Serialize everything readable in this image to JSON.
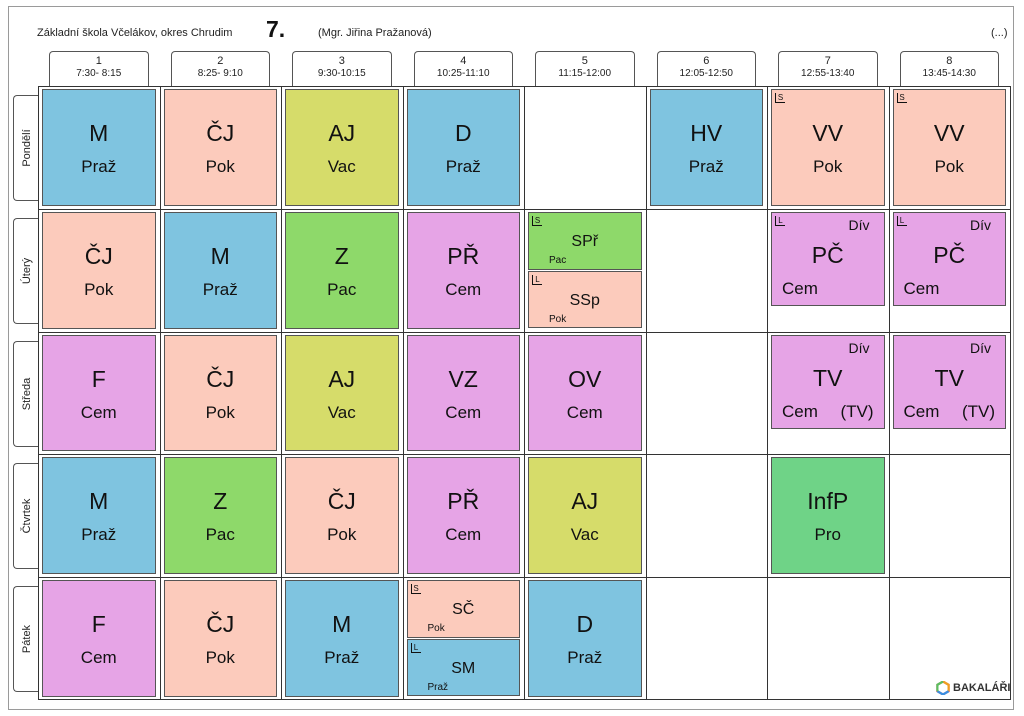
{
  "header": {
    "school": "Základní škola Včelákov, okres Chrudim",
    "class_name": "7.",
    "teacher": "(Mgr. Jiřina Pražanová)",
    "more": "(...)"
  },
  "periods": [
    {
      "num": "1",
      "time": "7:30- 8:15"
    },
    {
      "num": "2",
      "time": "8:25- 9:10"
    },
    {
      "num": "3",
      "time": "9:30-10:15"
    },
    {
      "num": "4",
      "time": "10:25-11:10"
    },
    {
      "num": "5",
      "time": "11:15-12:00"
    },
    {
      "num": "6",
      "time": "12:05-12:50"
    },
    {
      "num": "7",
      "time": "12:55-13:40"
    },
    {
      "num": "8",
      "time": "13:45-14:30"
    }
  ],
  "days": [
    "Pondělí",
    "Úterý",
    "Středa",
    "Čtvrtek",
    "Pátek"
  ],
  "lessons": [
    {
      "day": 0,
      "period": 1,
      "subject": "M",
      "teacher": "Praž",
      "color": "#7fc4e0"
    },
    {
      "day": 0,
      "period": 2,
      "subject": "ČJ",
      "teacher": "Pok",
      "color": "#fccbbc"
    },
    {
      "day": 0,
      "period": 3,
      "subject": "AJ",
      "teacher": "Vac",
      "color": "#d6dc6a"
    },
    {
      "day": 0,
      "period": 4,
      "subject": "D",
      "teacher": "Praž",
      "color": "#7fc4e0"
    },
    {
      "day": 0,
      "period": 6,
      "subject": "HV",
      "teacher": "Praž",
      "color": "#7fc4e0"
    },
    {
      "day": 0,
      "period": 7,
      "subject": "VV",
      "teacher": "Pok",
      "group": "S",
      "color": "#fccbbc"
    },
    {
      "day": 0,
      "period": 8,
      "subject": "VV",
      "teacher": "Pok",
      "group": "S",
      "color": "#fccbbc"
    },
    {
      "day": 1,
      "period": 1,
      "subject": "ČJ",
      "teacher": "Pok",
      "color": "#fccbbc"
    },
    {
      "day": 1,
      "period": 2,
      "subject": "M",
      "teacher": "Praž",
      "color": "#7fc4e0"
    },
    {
      "day": 1,
      "period": 3,
      "subject": "Z",
      "teacher": "Pac",
      "color": "#8ed96a"
    },
    {
      "day": 1,
      "period": 4,
      "subject": "PŘ",
      "teacher": "Cem",
      "color": "#e6a4e6"
    },
    {
      "day": 1,
      "period": 5,
      "part": "top",
      "subject": "SPř",
      "teacher": "Pac",
      "group": "S",
      "color": "#8ed96a"
    },
    {
      "day": 1,
      "period": 5,
      "part": "bottom",
      "subject": "SSp",
      "teacher": "Pok",
      "group": "L",
      "color": "#fccbbc"
    },
    {
      "day": 1,
      "period": 7,
      "subject": "PČ",
      "teacher": "Cem",
      "group": "L",
      "room": "Dív",
      "color": "#e6a4e6",
      "short": true
    },
    {
      "day": 1,
      "period": 8,
      "subject": "PČ",
      "teacher": "Cem",
      "group": "L",
      "room": "Dív",
      "color": "#e6a4e6",
      "short": true
    },
    {
      "day": 2,
      "period": 1,
      "subject": "F",
      "teacher": "Cem",
      "color": "#e6a4e6"
    },
    {
      "day": 2,
      "period": 2,
      "subject": "ČJ",
      "teacher": "Pok",
      "color": "#fccbbc"
    },
    {
      "day": 2,
      "period": 3,
      "subject": "AJ",
      "teacher": "Vac",
      "color": "#d6dc6a"
    },
    {
      "day": 2,
      "period": 4,
      "subject": "VZ",
      "teacher": "Cem",
      "color": "#e6a4e6"
    },
    {
      "day": 2,
      "period": 5,
      "subject": "OV",
      "teacher": "Cem",
      "color": "#e6a4e6"
    },
    {
      "day": 2,
      "period": 7,
      "subject": "TV",
      "teacher": "Cem",
      "room": "Dív",
      "room2": "(TV)",
      "color": "#e6a4e6",
      "short": true
    },
    {
      "day": 2,
      "period": 8,
      "subject": "TV",
      "teacher": "Cem",
      "room": "Dív",
      "room2": "(TV)",
      "color": "#e6a4e6",
      "short": true
    },
    {
      "day": 3,
      "period": 1,
      "subject": "M",
      "teacher": "Praž",
      "color": "#7fc4e0"
    },
    {
      "day": 3,
      "period": 2,
      "subject": "Z",
      "teacher": "Pac",
      "color": "#8ed96a"
    },
    {
      "day": 3,
      "period": 3,
      "subject": "ČJ",
      "teacher": "Pok",
      "color": "#fccbbc"
    },
    {
      "day": 3,
      "period": 4,
      "subject": "PŘ",
      "teacher": "Cem",
      "color": "#e6a4e6"
    },
    {
      "day": 3,
      "period": 5,
      "subject": "AJ",
      "teacher": "Vac",
      "color": "#d6dc6a"
    },
    {
      "day": 3,
      "period": 7,
      "subject": "InfP",
      "teacher": "Pro",
      "color": "#6fd387"
    },
    {
      "day": 4,
      "period": 1,
      "subject": "F",
      "teacher": "Cem",
      "color": "#e6a4e6"
    },
    {
      "day": 4,
      "period": 2,
      "subject": "ČJ",
      "teacher": "Pok",
      "color": "#fccbbc"
    },
    {
      "day": 4,
      "period": 3,
      "subject": "M",
      "teacher": "Praž",
      "color": "#7fc4e0"
    },
    {
      "day": 4,
      "period": 4,
      "part": "top",
      "subject": "SČ",
      "teacher": "Pok",
      "group": "S",
      "color": "#fccbbc"
    },
    {
      "day": 4,
      "period": 4,
      "part": "bottom",
      "subject": "SM",
      "teacher": "Praž",
      "group": "L",
      "color": "#7fc4e0"
    },
    {
      "day": 4,
      "period": 5,
      "subject": "D",
      "teacher": "Praž",
      "color": "#7fc4e0"
    }
  ],
  "brand": {
    "name": "BAKALÁŘI"
  }
}
